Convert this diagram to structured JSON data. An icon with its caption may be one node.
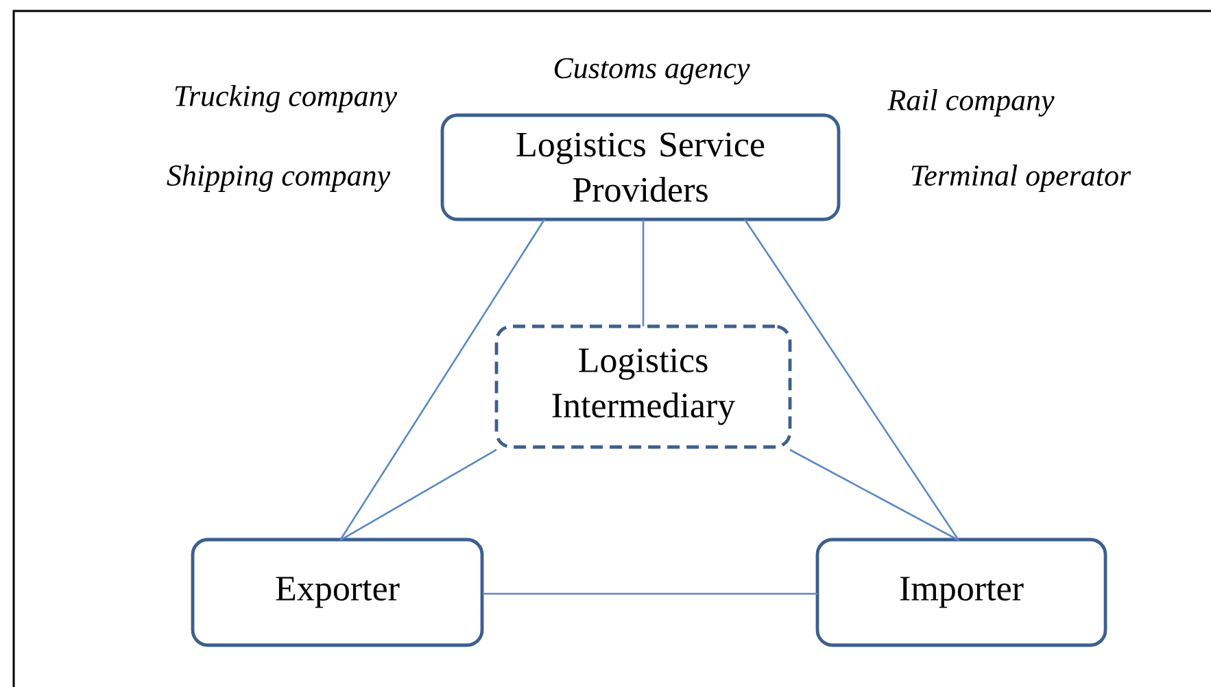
{
  "diagram": {
    "nodes": [
      {
        "text": [
          "Logistics Service Providers"
        ]
      },
      {
        "text": [
          "Logistics Intermediary"
        ]
      },
      {
        "text": [
          "Exporter"
        ]
      },
      {
        "text": [
          "Importer"
        ]
      }
    ],
    "edges": [
      {
        "from": 0,
        "to": 2,
        "arrow": "none"
      },
      {
        "from": 0,
        "to": 1,
        "arrow": "none"
      },
      {
        "from": 0,
        "to": 3,
        "arrow": "none"
      },
      {
        "from": 1,
        "to": 2,
        "arrow": "none"
      },
      {
        "from": 1,
        "to": 3,
        "arrow": "none"
      },
      {
        "from": 2,
        "to": 3,
        "arrow": "none"
      }
    ],
    "labels": [
      "Customs agency",
      "Trucking company",
      "Rail company",
      "Shipping company",
      "Terminal operator"
    ]
  }
}
